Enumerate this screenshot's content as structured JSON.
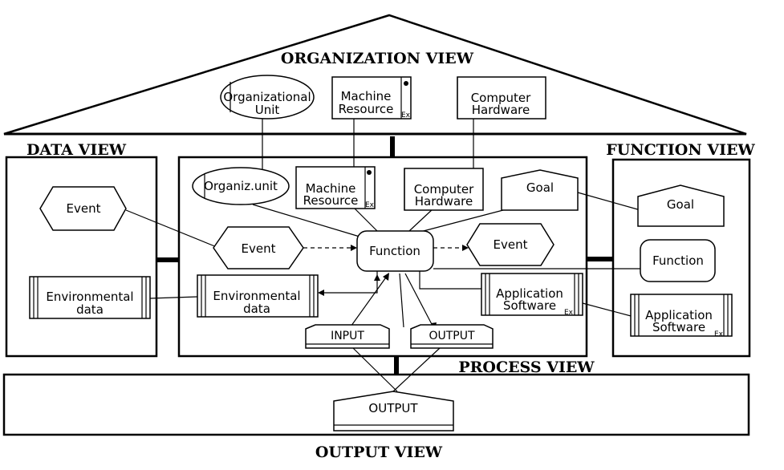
{
  "views": {
    "organization": "ORGANIZATION VIEW",
    "data": "DATA VIEW",
    "function": "FUNCTION VIEW",
    "process": "PROCESS VIEW",
    "output": "OUTPUT VIEW"
  },
  "organization_view": {
    "org_unit": [
      "Organizational",
      "Unit"
    ],
    "machine_resource": [
      "Machine",
      "Resource"
    ],
    "computer_hardware": [
      "Computer",
      "Hardware"
    ]
  },
  "data_view": {
    "event": "Event",
    "environmental_data": [
      "Environmental",
      "data"
    ]
  },
  "process_view": {
    "org_unit": "Organiz.unit",
    "machine_resource": [
      "Machine",
      "Resource"
    ],
    "computer_hardware": [
      "Computer",
      "Hardware"
    ],
    "goal": "Goal",
    "event_in": "Event",
    "function": "Function",
    "event_out": "Event",
    "environmental_data": [
      "Environmental",
      "data"
    ],
    "application_software": [
      "Application",
      "Software"
    ],
    "input": "INPUT",
    "output": "OUTPUT"
  },
  "function_view": {
    "goal": "Goal",
    "function": "Function",
    "application_software": [
      "Application",
      "Software"
    ]
  },
  "output_view": {
    "output": "OUTPUT"
  },
  "ex_marker": "Ex"
}
